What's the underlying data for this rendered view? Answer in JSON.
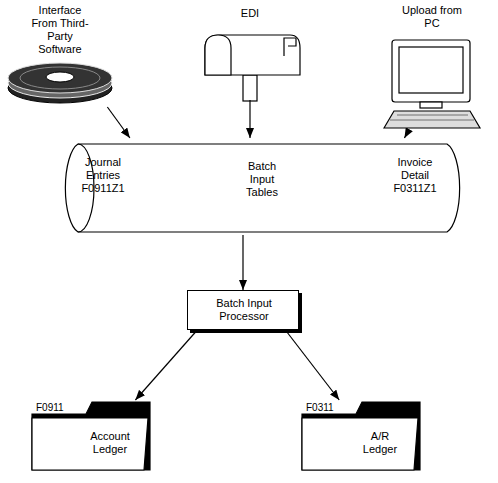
{
  "diagram": {
    "nodes": [
      {
        "text": [
          "Interface From Third-Party Software"
        ]
      },
      {
        "text": [
          "EDI"
        ]
      },
      {
        "text": [
          "Upload from PC"
        ]
      },
      {
        "text": [
          "Journal Entries F0911Z1",
          "Batch Input Tables",
          "Invoice Detail F0311Z1"
        ]
      },
      {
        "text": [
          "Batch Input Processor"
        ]
      },
      {
        "text": [
          "F0911",
          "Account Ledger"
        ]
      },
      {
        "text": [
          "F0311",
          "A/R Ledger"
        ]
      }
    ],
    "edges": [
      {
        "from": 0,
        "to": 3,
        "arrow": "to"
      },
      {
        "from": 1,
        "to": 3,
        "arrow": "to"
      },
      {
        "from": 2,
        "to": 3,
        "arrow": "to"
      },
      {
        "from": 3,
        "to": 4,
        "arrow": "to"
      },
      {
        "from": 4,
        "to": 5,
        "arrow": "to"
      },
      {
        "from": 4,
        "to": 6,
        "arrow": "to"
      }
    ]
  }
}
